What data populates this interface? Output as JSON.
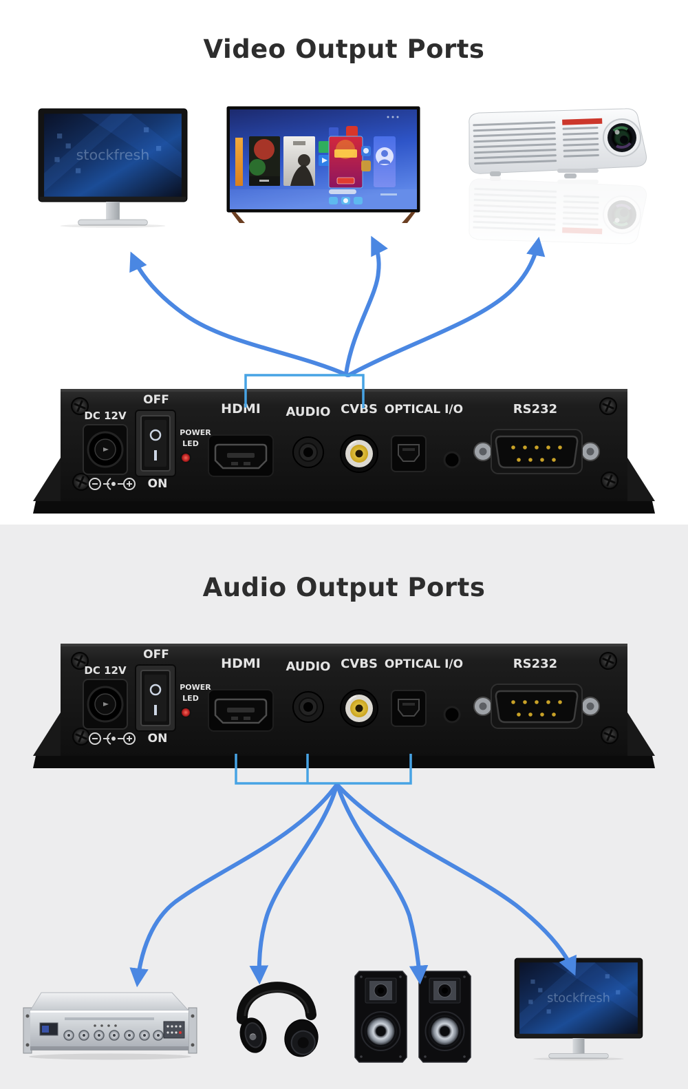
{
  "sections": {
    "video": {
      "title": "Video Output Ports"
    },
    "audio": {
      "title": "Audio Output Ports"
    }
  },
  "panel": {
    "labels": {
      "dc_power": "DC 12V",
      "switch_off": "OFF",
      "switch_on": "ON",
      "power_led_line1": "POWER",
      "power_led_line2": "LED",
      "hdmi": "HDMI",
      "audio": "AUDIO",
      "cvbs": "CVBS",
      "optical_io": "OPTICAL I/O",
      "rs232": "RS232"
    }
  },
  "screen_watermark": "stockfresh",
  "colors": {
    "arrow_blue": "#4a87e2",
    "bracket_blue": "#47a3e4",
    "panel_black": "#141414",
    "video_section_bg": "#ffffff",
    "audio_section_bg": "#ededee",
    "cvbs_yellow": "#e3c43a",
    "power_led_red": "#c22424",
    "title_color": "#2d2d2d"
  }
}
